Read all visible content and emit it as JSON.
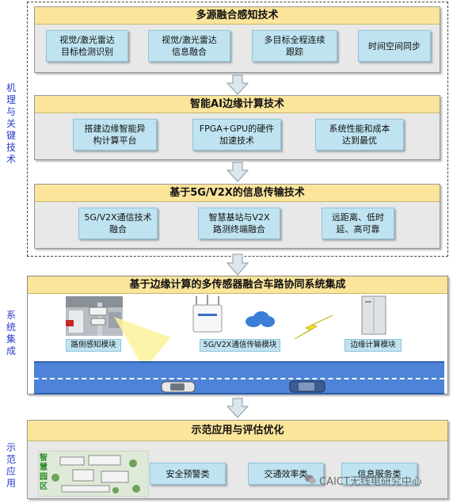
{
  "side_labels": {
    "mechanism": "机理与关键技术",
    "integration": "系统集成",
    "application": "示范应用"
  },
  "sections": {
    "multi_source": {
      "title": "多源融合感知技术",
      "boxes": [
        "视觉/激光雷达\n目标检测识别",
        "视觉/激光雷达\n信息融合",
        "多目标全程连续\n跟踪",
        "时间空间同步"
      ]
    },
    "edge_ai": {
      "title": "智能AI边缘计算技术",
      "boxes": [
        "搭建边缘智能异\n构计算平台",
        "FPGA+GPU的硬件\n加速技术",
        "系统性能和成本\n达到最优"
      ]
    },
    "transmission": {
      "title": "基于5G/V2X的信息传输技术",
      "boxes": [
        "5G/V2X通信技术\n融合",
        "智慧基站与V2X\n路测终端融合",
        "远距离、低时\n延、高可靠"
      ]
    },
    "integration": {
      "title": "基于边缘计算的多传感器融合车路协同系统集成",
      "modules": [
        "路侧感知模块",
        "5G/V2X通信传输模块",
        "边缘计算模块"
      ]
    },
    "application": {
      "title": "示范应用与评估优化",
      "park_label": "智慧园区",
      "boxes": [
        "安全预警类",
        "交通效率类",
        "信息服务类"
      ]
    }
  },
  "watermark": "CAICT无线电研究中心",
  "colors": {
    "header": "#fbe59b",
    "box": "#bfe3f0",
    "panel": "#e8e8e8",
    "side_text": "#2a3cc8",
    "road": "#4d83d8"
  }
}
